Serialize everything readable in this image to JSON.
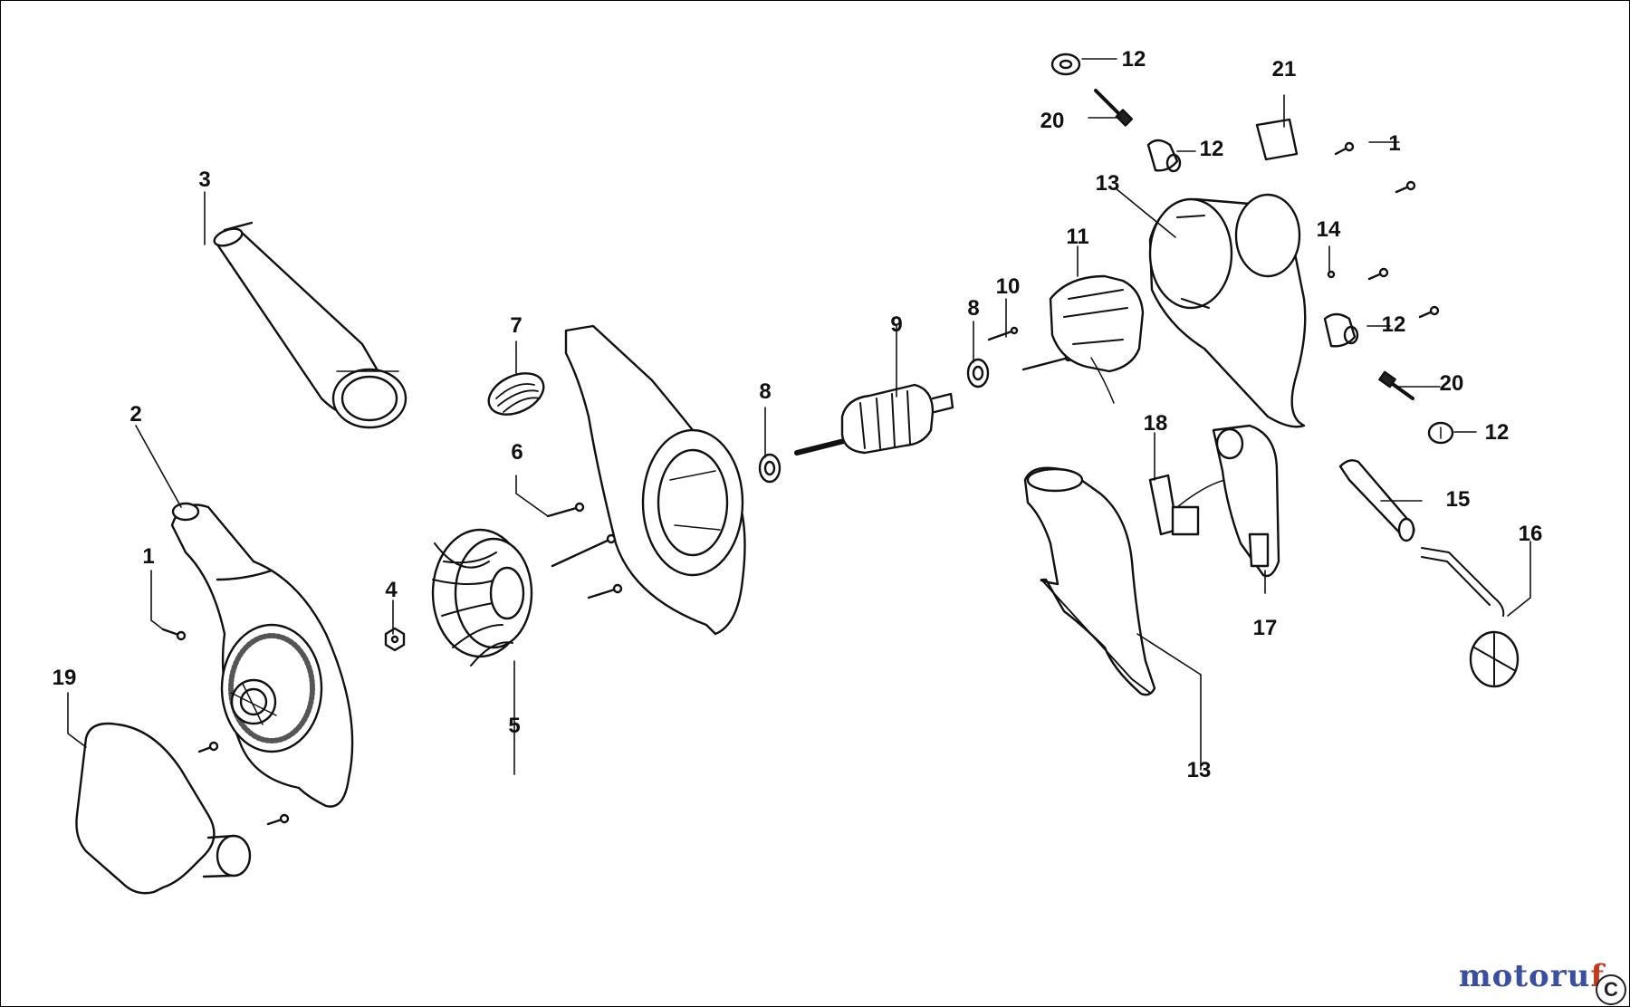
{
  "diagram": {
    "parts": [
      {
        "id": "part-1-a",
        "number": "1"
      },
      {
        "id": "part-1-b",
        "number": "1"
      },
      {
        "id": "part-2",
        "number": "2"
      },
      {
        "id": "part-3",
        "number": "3"
      },
      {
        "id": "part-4",
        "number": "4"
      },
      {
        "id": "part-5",
        "number": "5"
      },
      {
        "id": "part-6",
        "number": "6"
      },
      {
        "id": "part-7",
        "number": "7"
      },
      {
        "id": "part-8-a",
        "number": "8"
      },
      {
        "id": "part-8-b",
        "number": "8"
      },
      {
        "id": "part-9",
        "number": "9"
      },
      {
        "id": "part-10",
        "number": "10"
      },
      {
        "id": "part-11",
        "number": "11"
      },
      {
        "id": "part-12-a",
        "number": "12"
      },
      {
        "id": "part-12-b",
        "number": "12"
      },
      {
        "id": "part-12-c",
        "number": "12"
      },
      {
        "id": "part-12-d",
        "number": "12"
      },
      {
        "id": "part-13-a",
        "number": "13"
      },
      {
        "id": "part-13-b",
        "number": "13"
      },
      {
        "id": "part-14",
        "number": "14"
      },
      {
        "id": "part-15",
        "number": "15"
      },
      {
        "id": "part-16",
        "number": "16"
      },
      {
        "id": "part-17",
        "number": "17"
      },
      {
        "id": "part-18",
        "number": "18"
      },
      {
        "id": "part-19",
        "number": "19"
      },
      {
        "id": "part-20-a",
        "number": "20"
      },
      {
        "id": "part-20-b",
        "number": "20"
      },
      {
        "id": "part-21",
        "number": "21"
      }
    ]
  },
  "watermark": {
    "text_a": "motoru",
    "text_b": "f"
  },
  "corner_mark": "C",
  "colors": {
    "line": "#111111",
    "fill": "#ffffff",
    "shade": "#555555",
    "watermark_blue": "#3b4fa0",
    "watermark_red": "#c23a1e"
  }
}
